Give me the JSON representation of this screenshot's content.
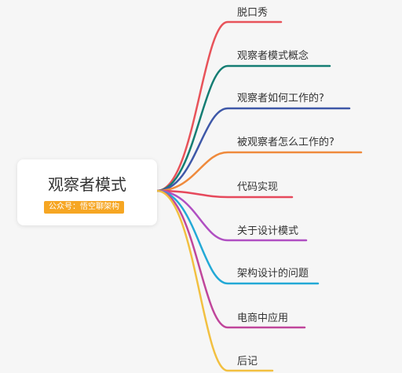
{
  "root": {
    "title": "观察者模式",
    "badge": "公众号：悟空聊架构",
    "badge_color": "#f6a623"
  },
  "branches": [
    {
      "label": "脱口秀",
      "color": "#e8535a"
    },
    {
      "label": "观察者模式概念",
      "color": "#147d73"
    },
    {
      "label": "观察者如何工作的?",
      "color": "#3e58a8"
    },
    {
      "label": "被观察者怎么工作的?",
      "color": "#ef8a3c"
    },
    {
      "label": "代码实现",
      "color": "#e6495c"
    },
    {
      "label": "关于设计模式",
      "color": "#b04fc2"
    },
    {
      "label": "架构设计的问题",
      "color": "#23a9d6"
    },
    {
      "label": "电商中应用",
      "color": "#c0469b"
    },
    {
      "label": "后记",
      "color": "#f2c041"
    }
  ]
}
